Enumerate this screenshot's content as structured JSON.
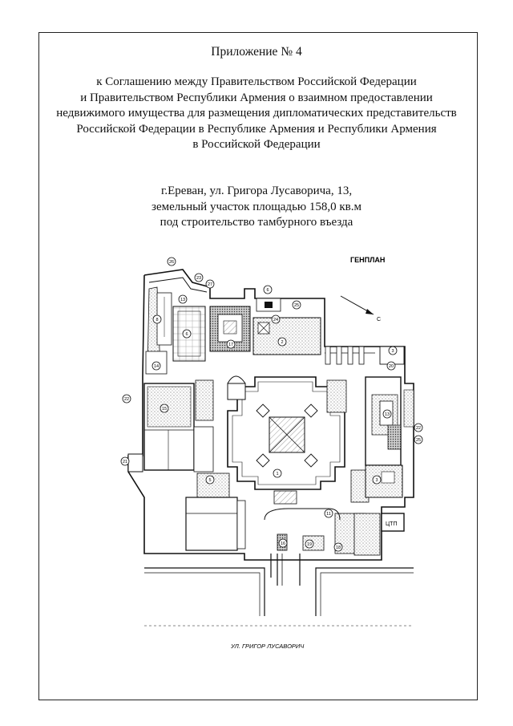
{
  "document": {
    "annex_title": "Приложение № 4",
    "agreement_lines": [
      "к Соглашению между Правительством Российской Федерации",
      "и Правительством Республики Армения о взаимном предоставлении",
      "недвижимого имущества для размещения дипломатических представительств",
      "Российской Федерации в Республике Армения и Республики Армения",
      "в Российской Федерации"
    ],
    "address_lines": [
      "г.Ереван, ул. Григора Лусаворича, 13,",
      "земельный участок площадью 158,0 кв.м",
      "под строительство тамбурного въезда"
    ]
  },
  "plan": {
    "title": "ГЕНПЛАН",
    "street_label": "УЛ. ГРИГОР  ЛУСАВОРИЧ",
    "north_label": "С",
    "callouts": [
      "1",
      "2",
      "3",
      "5",
      "6",
      "8",
      "10",
      "11",
      "12",
      "13",
      "14",
      "15",
      "16",
      "17",
      "18",
      "19",
      "20",
      "21",
      "22",
      "23",
      "24",
      "25",
      "26",
      "27"
    ],
    "building_label": "ЦТП"
  }
}
